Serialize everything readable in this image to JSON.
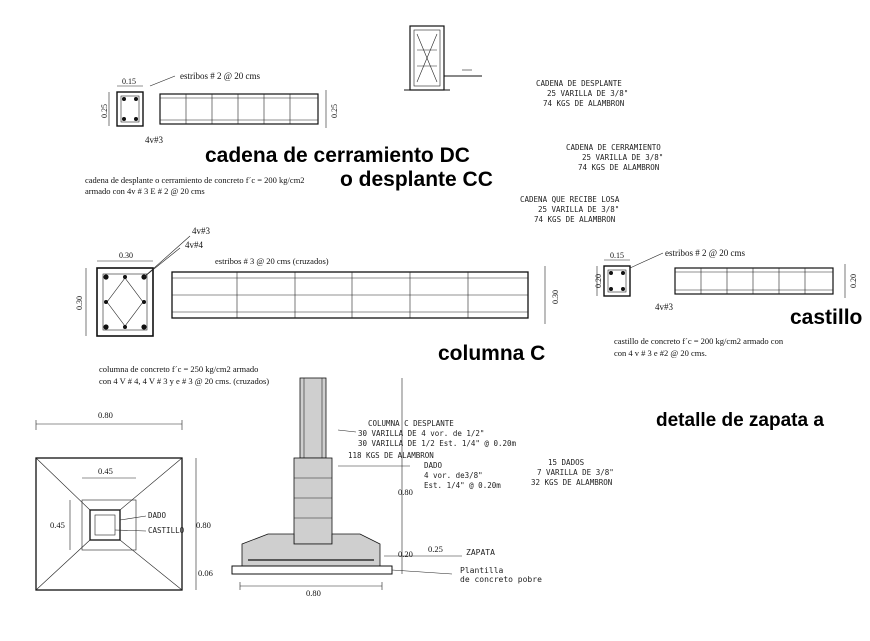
{
  "top_block": {
    "dim_015": "0.15",
    "dim_025_left": "0.25",
    "dim_025_right": "0.25",
    "stirrup_label": "estribos # 2 @ 20 cms",
    "rebar_label": "4v#3",
    "spec_line1": "cadena de desplante o cerramiento de concreto f´c = 200 kg/cm2",
    "spec_line2": "armado con 4v # 3  E # 2 @ 20 cms",
    "title_line1": "cadena de cerramiento  DC",
    "title_line2": "o desplante CC"
  },
  "quantities": {
    "desplante": [
      "CADENA DE DESPLANTE",
      "25 VARILLA DE 3/8\"",
      "74 KGS DE ALAMBRON"
    ],
    "cerramiento": [
      "CADENA DE CERRAMIENTO",
      "25 VARILLA DE 3/8\"",
      "74 KGS DE ALAMBRON"
    ],
    "losa": [
      "CADENA QUE RECIBE LOSA",
      "25 VARILLA DE 3/8\"",
      "74 KGS DE ALAMBRON"
    ]
  },
  "column_block": {
    "dim_030_top": "0.30",
    "dim_030_left": "0.30",
    "dim_030_right": "0.30",
    "rebar_4v3": "4v#3",
    "rebar_4v4": "4v#4",
    "stirrup_label": "estribos # 3 @ 20 cms (cruzados)",
    "spec_line1": "columna de concreto f´c = 250 kg/cm2 armado",
    "spec_line2": "con 4 V # 4, 4  V  # 3 y  e # 3 @ 20 cms. (cruzados)",
    "title": "columna C"
  },
  "castillo_block": {
    "dim_015": "0.15",
    "dim_020_left": "0.20",
    "dim_020_right": "0.20",
    "stirrup_label": "estribos # 2 @ 20 cms",
    "rebar_label": "4v#3",
    "spec_line1": "castillo de concreto f´c = 200 kg/cm2 armado con",
    "spec_line2": "con 4 v # 3   e #2 @ 20 cms.",
    "title": "castillo"
  },
  "footing_block": {
    "title": "detalle de zapata a",
    "plan_dim_top": "0.80",
    "plan_dim_inner_top": "0.45",
    "plan_dim_inner_left": "0.45",
    "plan_dim_right": "0.80",
    "label_dado": "DADO",
    "label_castillo": "CASTILLO",
    "section_dim_bottom": "0.80",
    "section_dim_right_080": "0.80",
    "section_dim_025": "0.25",
    "section_dim_020": "0.20",
    "section_dim_006": "0.06",
    "label_zapata": "ZAPATA",
    "label_plantilla1": "Plantilla",
    "label_plantilla2": "de concreto pobre",
    "col_notes": [
      "COLUMNA C  DESPLANTE",
      "30 VARILLA DE 4 vor. de 1/2\"",
      "30 VARILLA DE 1/2  Est. 1/4\" @ 0.20m",
      "118 KGS DE ALAMBRON"
    ],
    "dado_notes": [
      "DADO",
      "4 vor. de3/8\"",
      "Est. 1/4\" @ 0.20m"
    ],
    "dados_qty": [
      "15 DADOS",
      "7 VARILLA DE 3/8\"",
      "32 KGS DE ALAMBRON"
    ]
  }
}
